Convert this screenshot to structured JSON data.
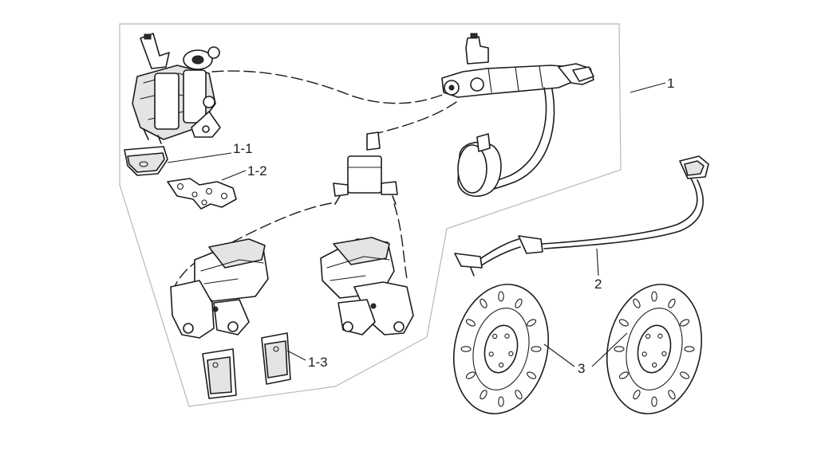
{
  "labels": {
    "assembly": "1",
    "front_pads": "1-1",
    "bracket": "1-2",
    "rear_pads": "1-3",
    "pedal": "2",
    "discs": "3"
  },
  "icons": [
    "brake-caliper-icon",
    "master-cylinder-icon",
    "brake-disc-icon",
    "brake-pedal-icon",
    "brake-pad-icon"
  ]
}
